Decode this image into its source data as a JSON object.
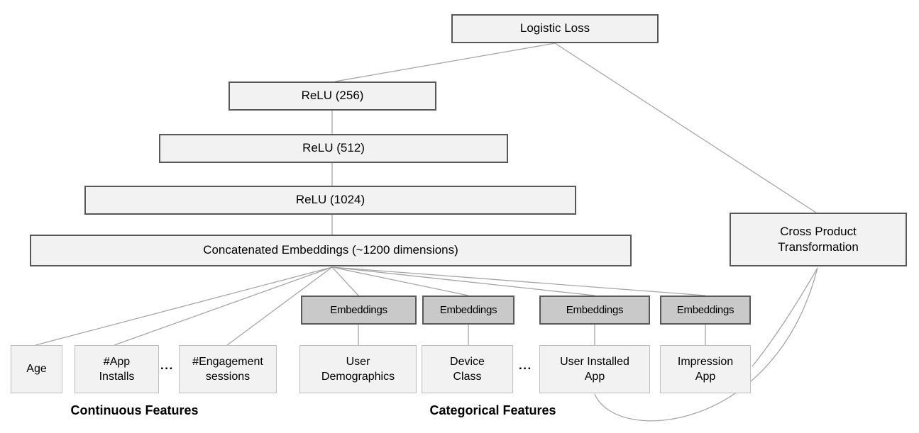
{
  "colors": {
    "bg": "#ffffff",
    "box_fill": "#f2f2f2",
    "emb_fill": "#c9c9c9",
    "border_dark": "#595959",
    "border_light": "#bdbdbd",
    "line": "#a6a6a6"
  },
  "deep_network": {
    "logistic_loss": "Logistic Loss",
    "relu_1": "ReLU (256)",
    "relu_2": "ReLU (512)",
    "relu_3": "ReLU (1024)",
    "concatenated": "Concatenated Embeddings (~1200 dimensions)"
  },
  "wide_network": {
    "cross_product": "Cross Product\nTransformation"
  },
  "embeddings": {
    "label": "Embeddings"
  },
  "continuous": {
    "group_label": "Continuous Features",
    "ellipsis": "...",
    "items": [
      "Age",
      "#App\nInstalls",
      "#Engagement\nsessions"
    ]
  },
  "categorical": {
    "group_label": "Categorical Features",
    "ellipsis": "...",
    "items": [
      "User\nDemographics",
      "Device\nClass",
      "User Installed\nApp",
      "Impression\nApp"
    ]
  }
}
